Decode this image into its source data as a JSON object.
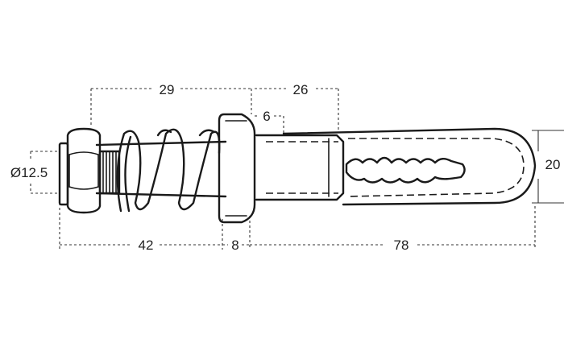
{
  "dimensions": {
    "top_left": "29",
    "top_right": "26",
    "inner": "6",
    "left_diameter": "Ø12.5",
    "right_height": "20",
    "bottom_left": "42",
    "bottom_mid": "8",
    "bottom_right": "78"
  }
}
